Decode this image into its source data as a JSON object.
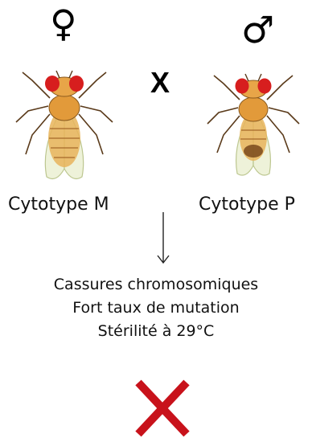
{
  "parents": {
    "female": {
      "symbol": "♀",
      "label": "Cytotype M"
    },
    "male": {
      "symbol": "♂",
      "label": "Cytotype P"
    },
    "cross_symbol": "X"
  },
  "offspring_effects": [
    "Cassures chromosomiques",
    "Fort taux de mutation",
    "Stérilité à 29°C"
  ],
  "colors": {
    "eye": "#d71e1e",
    "body": "#e29a3a",
    "wing": "#eef2d8",
    "arrow": "#222222",
    "red_cross": "#c8121b"
  },
  "icons": {
    "result_mark": "red-x-icon"
  }
}
